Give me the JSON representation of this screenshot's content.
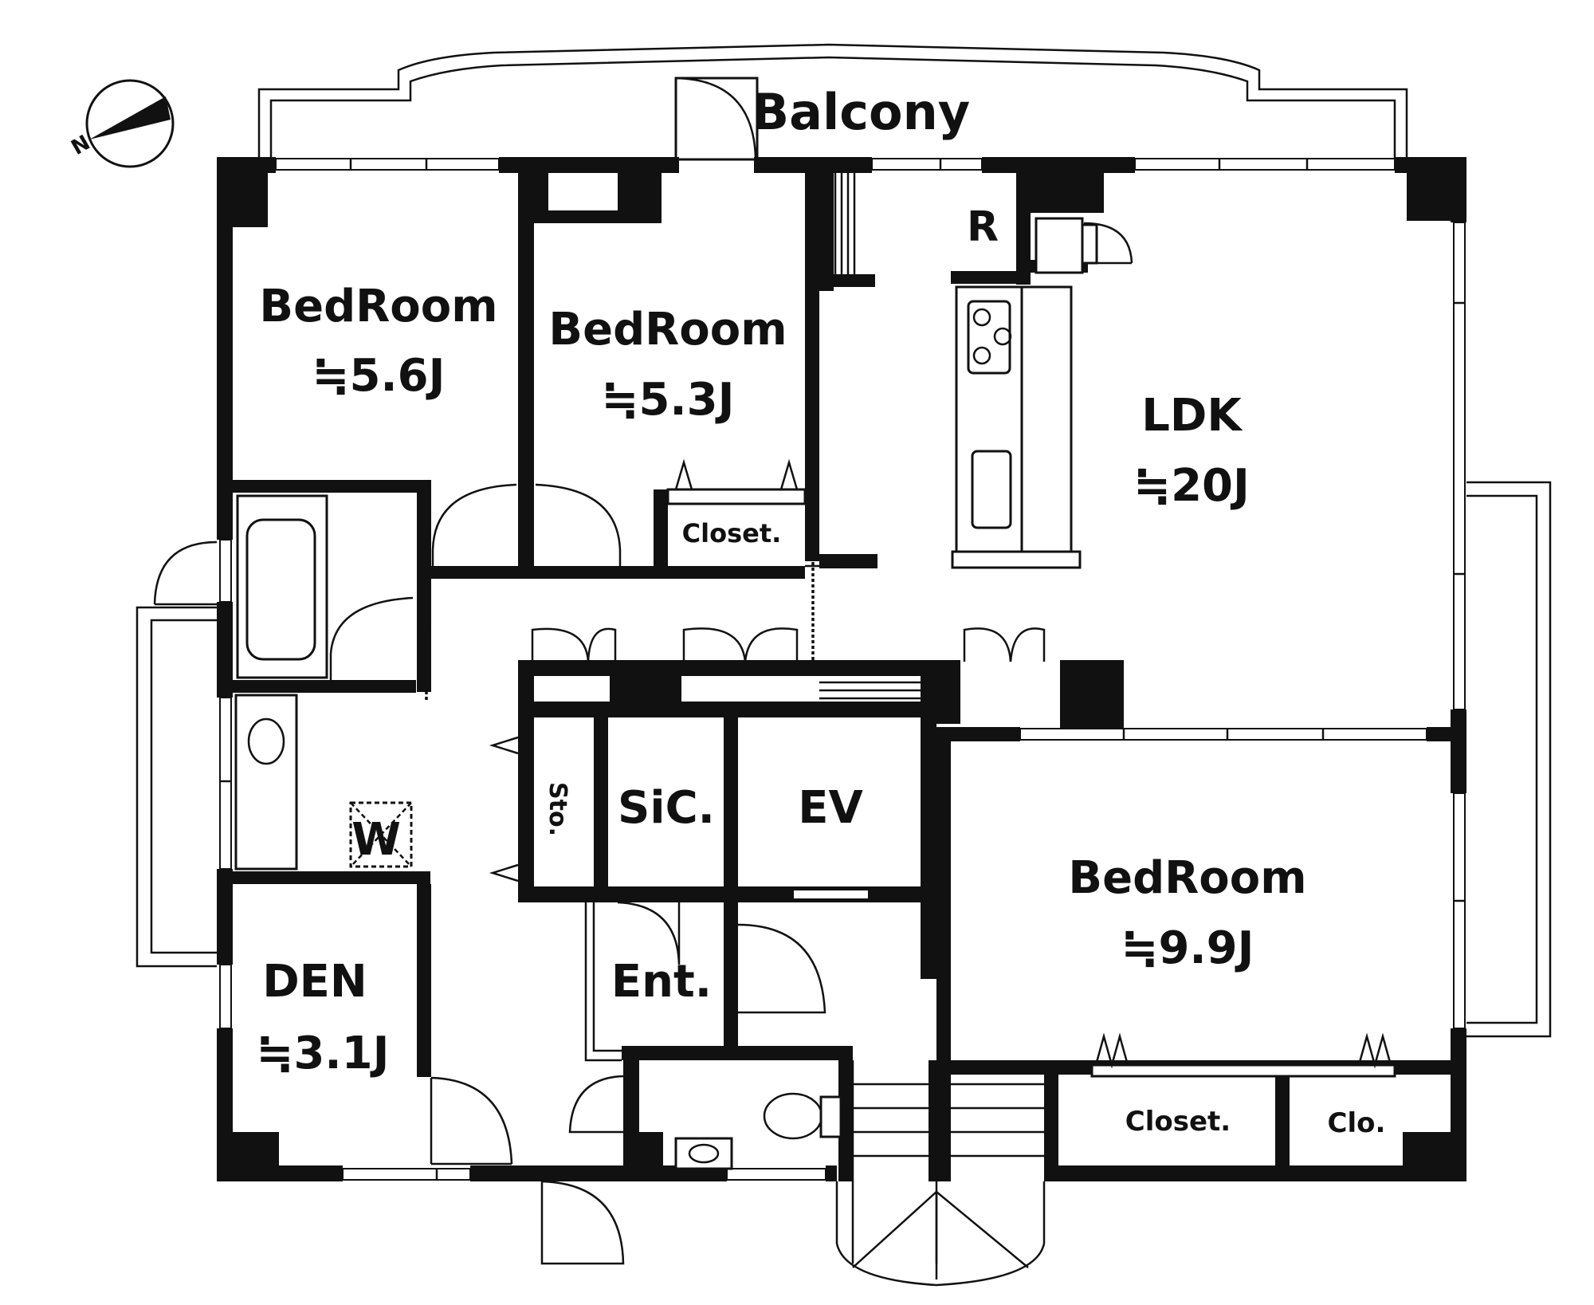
{
  "compass": {
    "letter": "N"
  },
  "balcony": {
    "label": "Balcony"
  },
  "rooms": {
    "bedroom_1": {
      "name": "BedRoom",
      "size": "≒5.6J"
    },
    "bedroom_2": {
      "name": "BedRoom",
      "size": "≒5.3J"
    },
    "ldk": {
      "name": "LDK",
      "size": "≒20J"
    },
    "bedroom_3": {
      "name": "BedRoom",
      "size": "≒9.9J"
    },
    "den": {
      "name": "DEN",
      "size": "≒3.1J"
    },
    "refrigerator": {
      "label": "R"
    },
    "washer": {
      "label": "W"
    },
    "storage": {
      "label": "Sto."
    },
    "sic": {
      "label": "SiC."
    },
    "elevator": {
      "label": "EV"
    },
    "entrance": {
      "label": "Ent."
    },
    "closet_bedroom_2": {
      "label": "Closet."
    },
    "closet_bedroom_3": {
      "label": "Closet."
    },
    "closet_small": {
      "label": "Clo."
    }
  },
  "colors": {
    "wall": "#111111",
    "background": "#ffffff"
  }
}
